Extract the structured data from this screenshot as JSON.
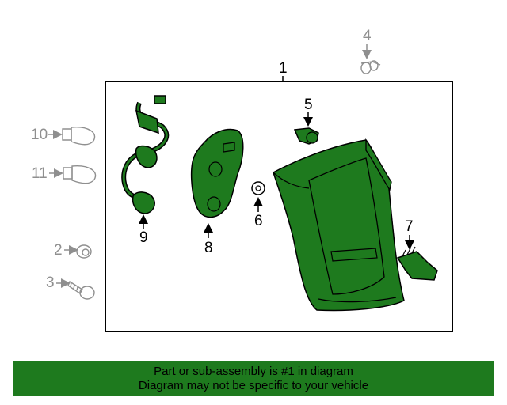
{
  "callouts": {
    "n1": "1",
    "n2": "2",
    "n3": "3",
    "n4": "4",
    "n5": "5",
    "n6": "6",
    "n7": "7",
    "n8": "8",
    "n9": "9",
    "n10": "10",
    "n11": "11"
  },
  "footer": {
    "line1": "Part or sub-assembly is #1 in diagram",
    "line2": "Diagram may not be specific to your vehicle"
  },
  "colors": {
    "part_fill": "#1e7a1e",
    "outline": "#000000",
    "gray_parts": "#8f8f8f",
    "footer_bg": "#1e7a1e"
  }
}
